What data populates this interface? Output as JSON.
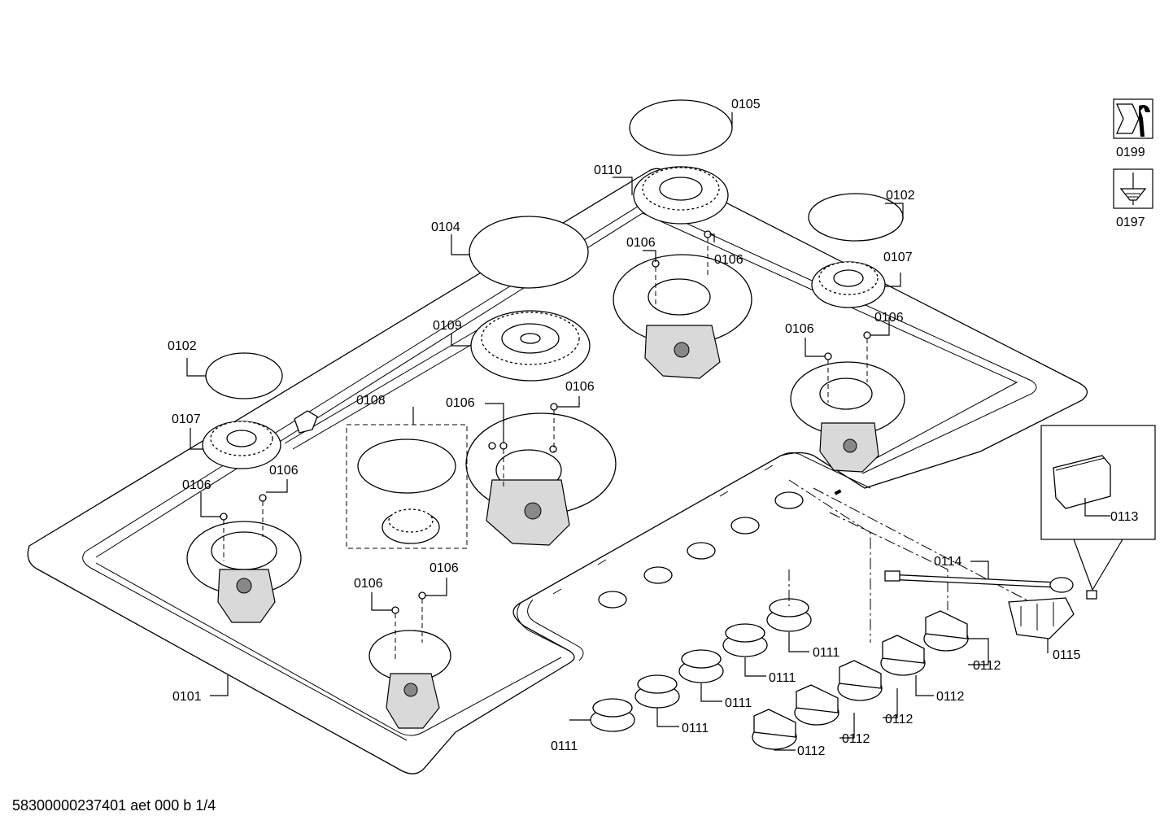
{
  "document_code": "58300000237401 aet 000 b 1/4",
  "callouts": {
    "c0101": "0101",
    "c0102a": "0102",
    "c0102b": "0102",
    "c0104": "0104",
    "c0105": "0105",
    "c0106a": "0106",
    "c0106b": "0106",
    "c0106c": "0106",
    "c0106d": "0106",
    "c0106e": "0106",
    "c0106f": "0106",
    "c0106g": "0106",
    "c0106h": "0106",
    "c0106i": "0106",
    "c0106j": "0106",
    "c0107a": "0107",
    "c0107b": "0107",
    "c0108": "0108",
    "c0109": "0109",
    "c0110": "0110",
    "c0111a": "0111",
    "c0111b": "0111",
    "c0111c": "0111",
    "c0111d": "0111",
    "c0111e": "0111",
    "c0112a": "0112",
    "c0112b": "0112",
    "c0112c": "0112",
    "c0112d": "0112",
    "c0112e": "0112",
    "c0113": "0113",
    "c0114": "0114",
    "c0115": "0115"
  },
  "tool_icons": [
    {
      "label": "0199",
      "icon": "wrench-icon"
    },
    {
      "label": "0197",
      "icon": "screwdriver-icon"
    }
  ]
}
